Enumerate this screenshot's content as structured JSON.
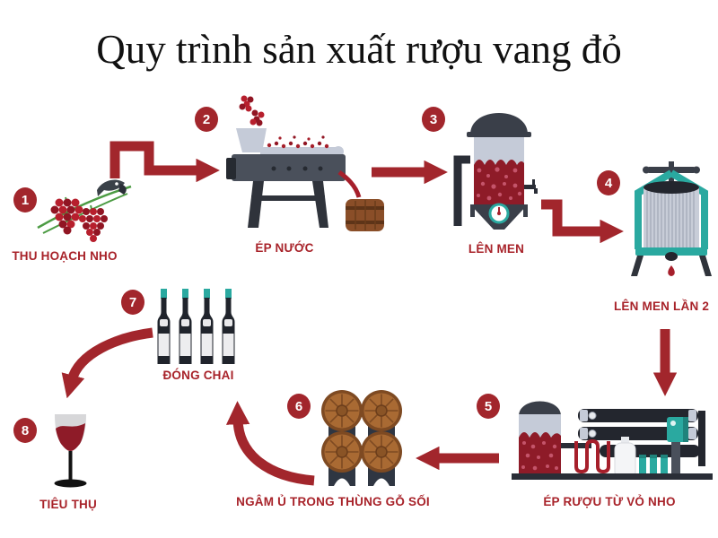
{
  "title": "Quy trình sản xuất rượu vang đỏ",
  "colors": {
    "accent-red": "#a2262c",
    "label-red": "#a8232a",
    "teal": "#2aa9a0",
    "wine-dark": "#8e1b28",
    "grape-red": "#b71f2d",
    "slate": "#3a3f49",
    "light-steel": "#c5cbd8",
    "barrel-brown": "#a96a33",
    "title-black": "#111111",
    "background": "#ffffff"
  },
  "steps": [
    {
      "num": "1",
      "label": "THU HOẠCH NHO"
    },
    {
      "num": "2",
      "label": "ÉP NƯỚC"
    },
    {
      "num": "3",
      "label": "LÊN MEN"
    },
    {
      "num": "4",
      "label": "LÊN MEN LẦN 2"
    },
    {
      "num": "5",
      "label": "ÉP RƯỢU TỪ VỎ NHO"
    },
    {
      "num": "6",
      "label": "NGÂM Ủ TRONG THÙNG GỖ SỐI"
    },
    {
      "num": "7",
      "label": "ĐÓNG CHAI"
    },
    {
      "num": "8",
      "label": "TIÊU THỤ"
    }
  ]
}
